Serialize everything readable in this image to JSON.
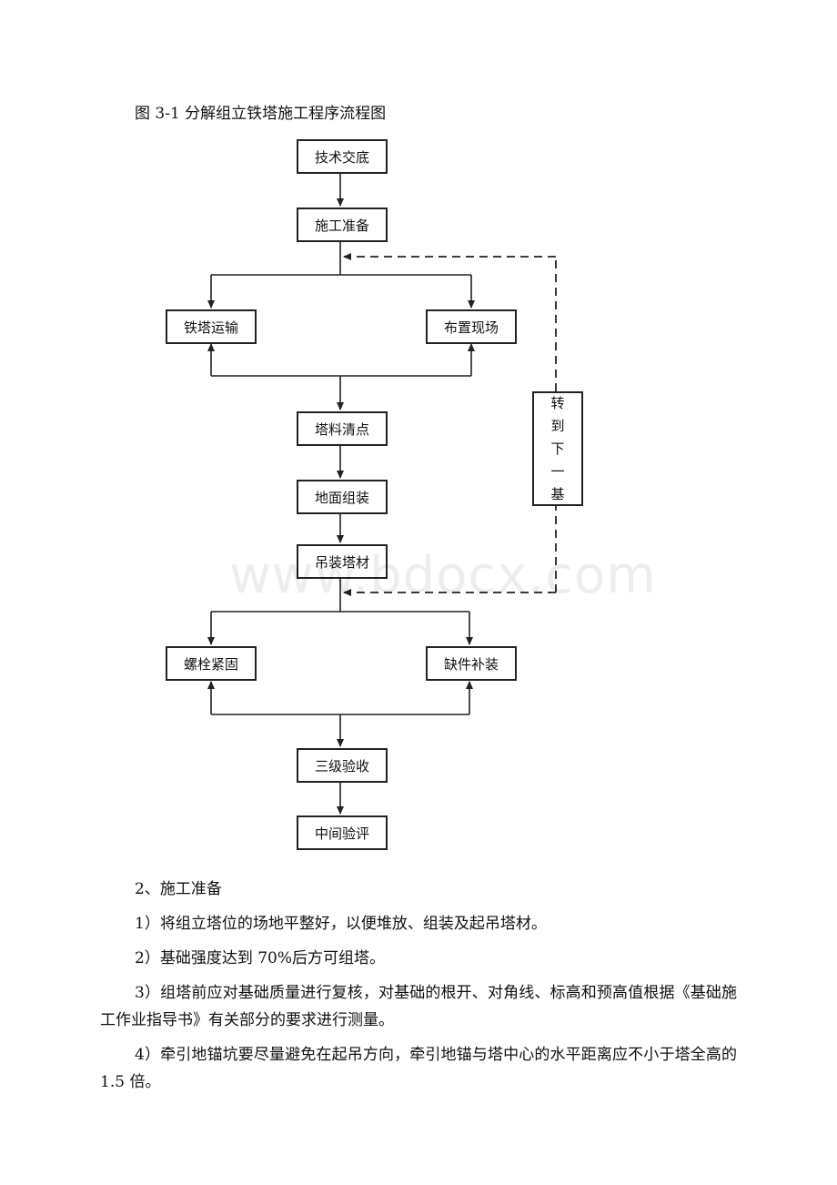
{
  "figure": {
    "caption": "图 3-1 分解组立铁塔施工程序流程图",
    "steps": {
      "s1": "技术交底",
      "s2": "施工准备",
      "s3a": "铁塔运输",
      "s3b": "布置现场",
      "s4": "塔料清点",
      "s5": "地面组装",
      "s6": "吊装塔材",
      "s7a": "螺栓紧固",
      "s7b": "缺件补装",
      "s8": "三级验收",
      "s9": "中间验评"
    },
    "loop_label_chars": [
      "转",
      "到",
      "下",
      "一",
      "基"
    ]
  },
  "watermark": "www.bdocx.com",
  "section": {
    "heading": "2、施工准备",
    "items": [
      "1）将组立塔位的场地平整好，以便堆放、组装及起吊塔材。",
      "2）基础强度达到 70%后方可组塔。",
      "3）组塔前应对基础质量进行复核，对基础的根开、对角线、标高和预高值根据《基础施工作业指导书》有关部分的要求进行测量。",
      "4）牵引地锚坑要尽量避免在起吊方向，牵引地锚与塔中心的水平距离应不小于塔全高的 1.5 倍。"
    ]
  }
}
